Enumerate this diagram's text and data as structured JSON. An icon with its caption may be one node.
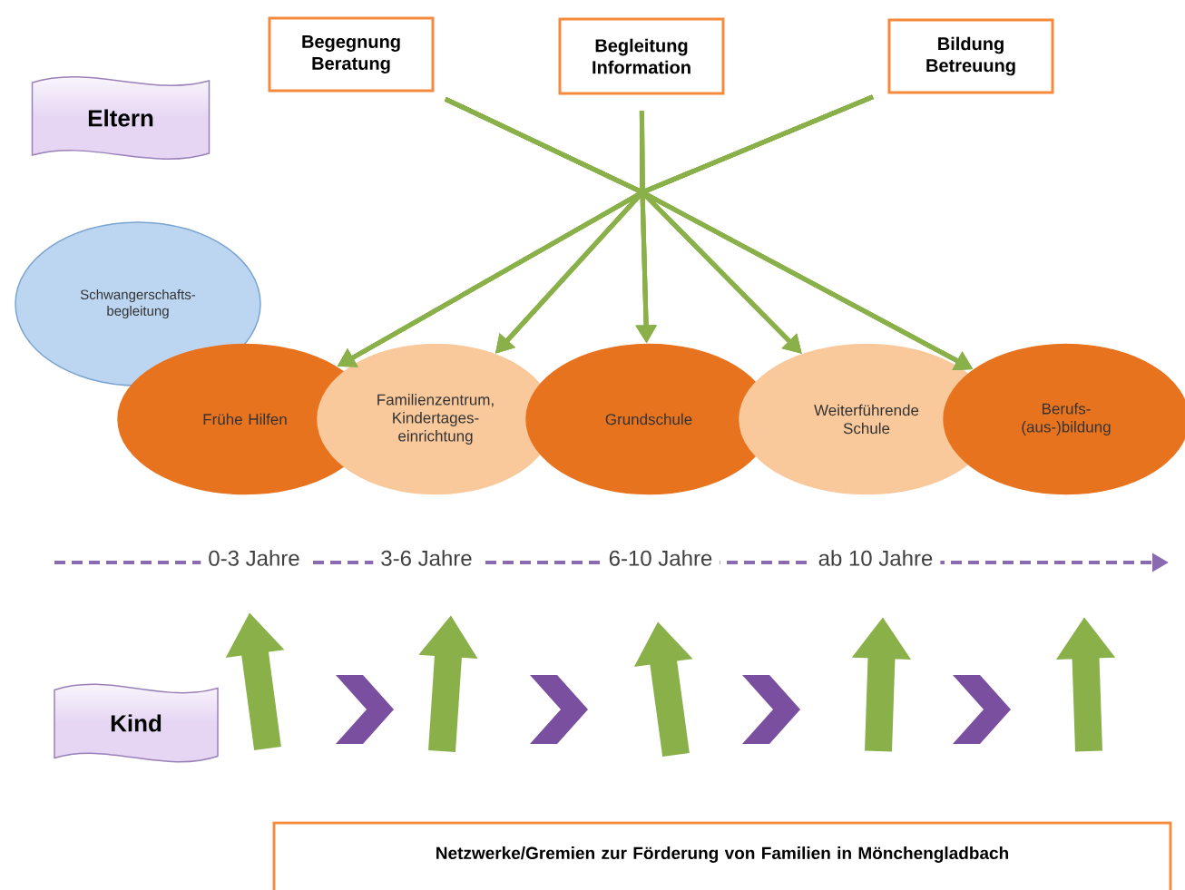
{
  "diagram": {
    "nodes": [
      {
        "text": [
          "Begegnung Beratung"
        ]
      },
      {
        "text": [
          "Begleitung Information"
        ]
      },
      {
        "text": [
          "Bildung Betreuung"
        ]
      },
      {
        "text": [
          "Eltern"
        ]
      },
      {
        "text": [
          "Schwangerschafts- begleitung"
        ]
      },
      {
        "text": [
          "Frühe Hilfen"
        ]
      },
      {
        "text": [
          "Familienzentrum, Kindertages- einrichtung"
        ]
      },
      {
        "text": [
          "Grundschule"
        ]
      },
      {
        "text": [
          "Weiterführende Schule"
        ]
      },
      {
        "text": [
          "Berufs- (aus-)bildung"
        ]
      },
      {
        "text": [
          "Kind"
        ]
      },
      {
        "text": [
          "Netzwerke/Gremien zur Förderung von Familien in Mönchengladbach"
        ]
      }
    ],
    "edges": [
      {
        "from": 0,
        "to": 5,
        "arrow": "to"
      },
      {
        "from": 0,
        "to": 6,
        "arrow": "to"
      },
      {
        "from": 0,
        "to": 7,
        "arrow": "to"
      },
      {
        "from": 0,
        "to": 8,
        "arrow": "to"
      },
      {
        "from": 0,
        "to": 9,
        "arrow": "to"
      },
      {
        "from": 1,
        "to": 5,
        "arrow": "to"
      },
      {
        "from": 1,
        "to": 6,
        "arrow": "to"
      },
      {
        "from": 1,
        "to": 7,
        "arrow": "to"
      },
      {
        "from": 1,
        "to": 8,
        "arrow": "to"
      },
      {
        "from": 1,
        "to": 9,
        "arrow": "to"
      },
      {
        "from": 2,
        "to": 5,
        "arrow": "to"
      },
      {
        "from": 2,
        "to": 6,
        "arrow": "to"
      },
      {
        "from": 2,
        "to": 7,
        "arrow": "to"
      },
      {
        "from": 2,
        "to": 8,
        "arrow": "to"
      },
      {
        "from": 2,
        "to": 9,
        "arrow": "to"
      }
    ],
    "labels": [
      "0-3 Jahre",
      "3-6 Jahre",
      "6-10 Jahre",
      "ab 10 Jahre"
    ]
  }
}
